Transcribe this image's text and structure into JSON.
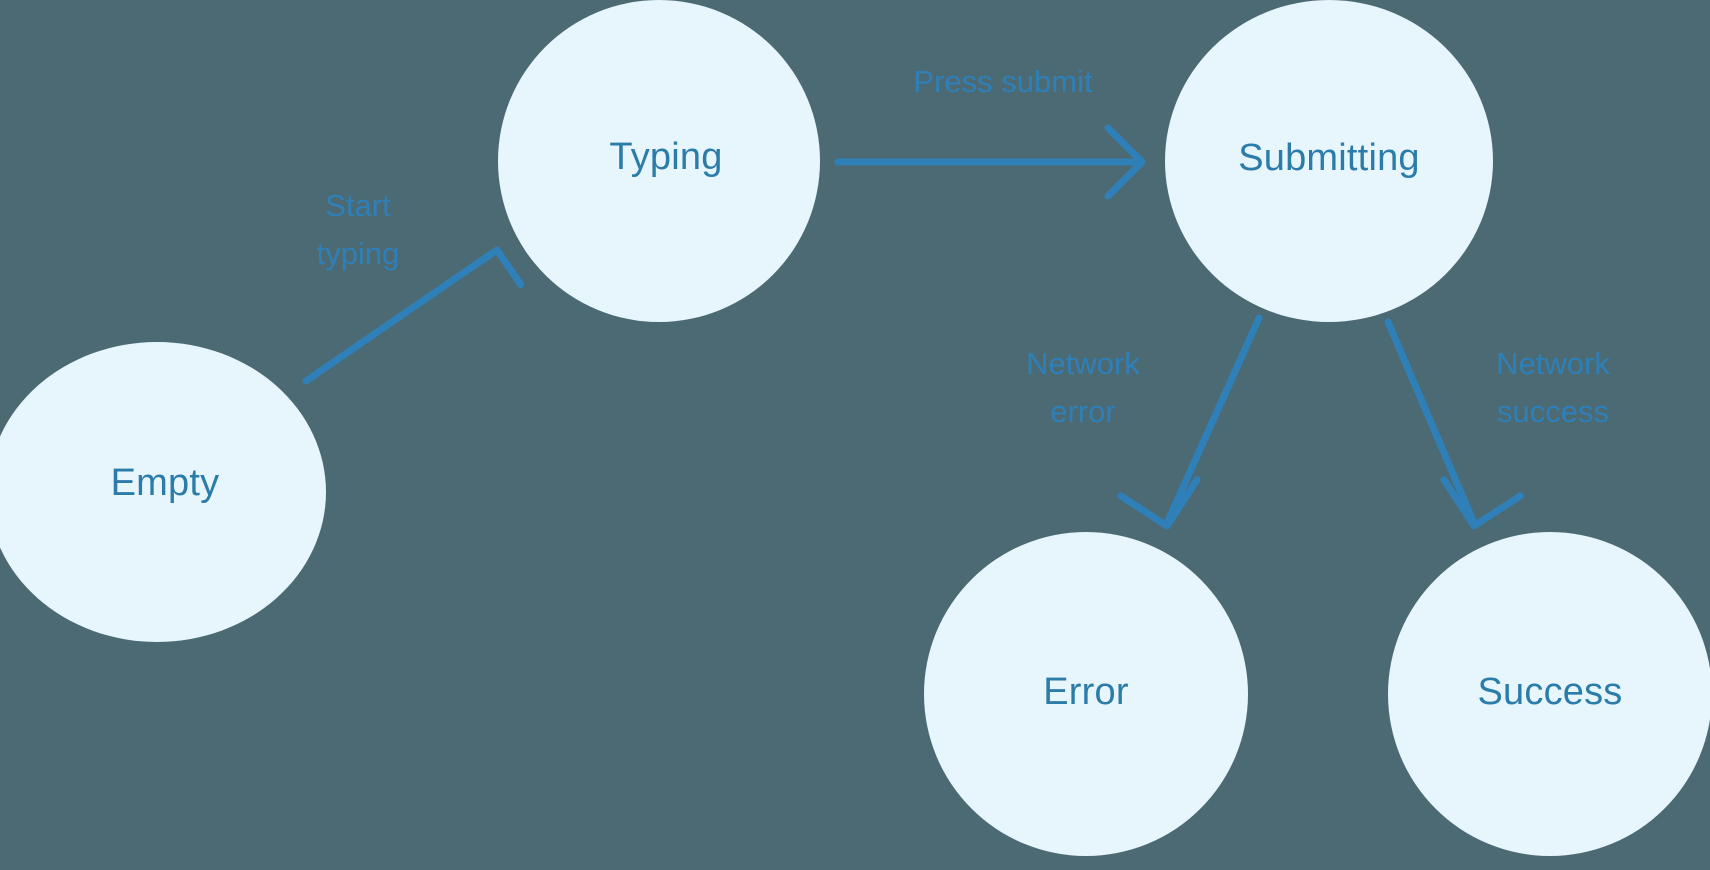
{
  "diagram": {
    "kind": "state-machine",
    "background_color": "#4c6a73",
    "node_fill_color": "#e7f5fd",
    "node_text_color": "#2b7ca8",
    "edge_color": "#2f80b8",
    "nodes": [
      {
        "id": "empty",
        "label": "Empty"
      },
      {
        "id": "typing",
        "label": "Typing"
      },
      {
        "id": "submitting",
        "label": "Submitting"
      },
      {
        "id": "error",
        "label": "Error"
      },
      {
        "id": "success",
        "label": "Success"
      }
    ],
    "edges": [
      {
        "id": "start-typing",
        "from": "empty",
        "to": "typing",
        "label": "Start\ntyping"
      },
      {
        "id": "press-submit",
        "from": "typing",
        "to": "submitting",
        "label": "Press submit"
      },
      {
        "id": "network-error",
        "from": "submitting",
        "to": "error",
        "label": "Network\nerror"
      },
      {
        "id": "network-success",
        "from": "submitting",
        "to": "success",
        "label": "Network\nsuccess"
      }
    ]
  }
}
